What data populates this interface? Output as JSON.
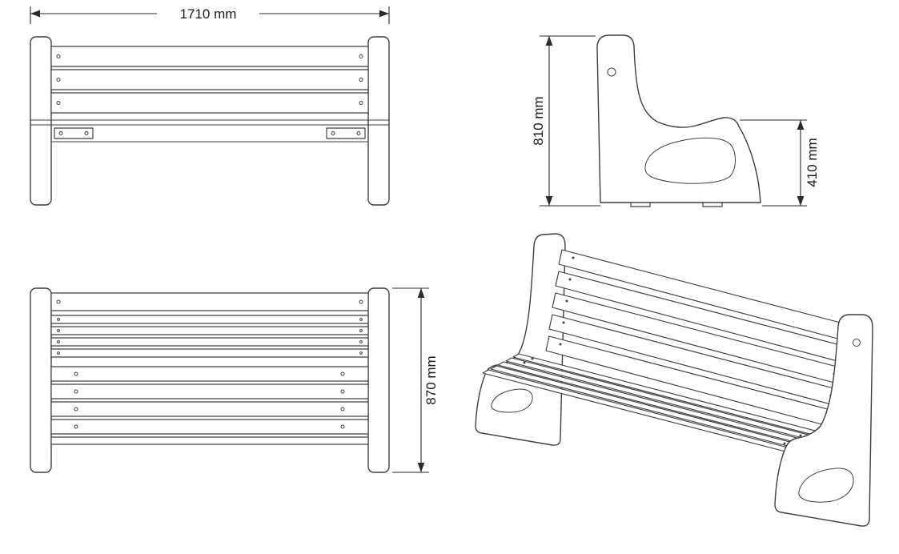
{
  "drawing": {
    "background": "#ffffff",
    "line_color": "#3e3e3e",
    "text_color": "#1b1b1b",
    "dimensions": {
      "length": "1710 mm",
      "back_height": "810 mm",
      "seat_height": "410 mm",
      "overall_height": "870 mm"
    }
  }
}
